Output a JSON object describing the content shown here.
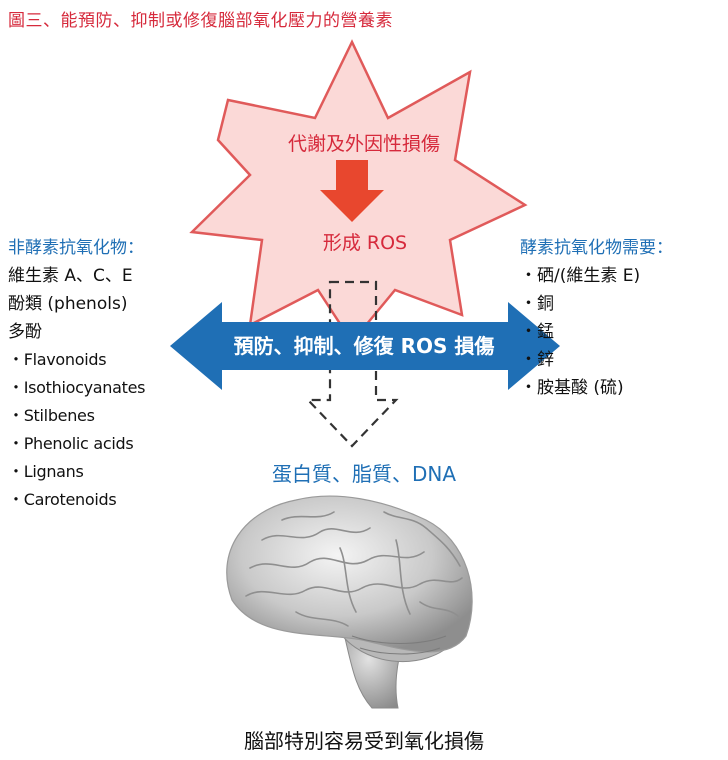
{
  "title": "圖三、能預防、抑制或修復腦部氧化壓力的營養素",
  "colors": {
    "title_red": "#d62a3c",
    "heading_blue": "#1f6fb5",
    "arrow_blue": "#1f6fb5",
    "star_fill": "#fbd9d7",
    "star_stroke": "#e05a5a",
    "down_arrow": "#e8472e"
  },
  "star": {
    "top_label": "代謝及外因性損傷",
    "bottom_label": "形成 ROS"
  },
  "arrow": {
    "label": "預防、抑制、修復 ROS 損傷"
  },
  "targets": "蛋白質、脂質、DNA",
  "left": {
    "heading": "非酵素抗氧化物：",
    "lines": [
      "維生素 A、C、E",
      "酚類 (phenols)",
      "多酚"
    ],
    "items": [
      "・Flavonoids",
      "・Isothiocyanates",
      "・Stilbenes",
      "・Phenolic acids",
      "・Lignans",
      "・Carotenoids"
    ]
  },
  "right": {
    "heading": "酵素抗氧化物需要：",
    "items": [
      "・硒/(維生素 E)",
      "・銅",
      "・錳",
      "・鋅",
      "・胺基酸 (硫)"
    ]
  },
  "caption": "腦部特別容易受到氧化損傷",
  "icons": [
    "starburst-shape",
    "down-arrow-icon",
    "double-arrow-shape",
    "dashed-arrow-icon",
    "brain-icon"
  ]
}
